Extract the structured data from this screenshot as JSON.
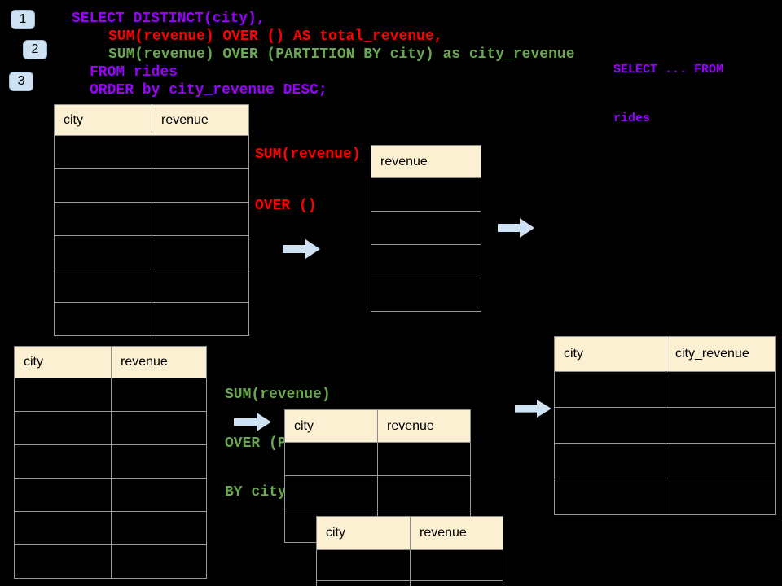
{
  "colors": {
    "background": "#000000",
    "table_header_fill": "#FCF0D2",
    "table_border": "#9A9A9A",
    "badge_fill": "#CFE2F3",
    "arrow_fill": "#CFE2F3",
    "sql_purple": "#9900FF",
    "sql_red": "#FF0000",
    "sql_green": "#6AA84F"
  },
  "badges": [
    {
      "label": "1"
    },
    {
      "label": "2"
    },
    {
      "label": "3"
    }
  ],
  "code": {
    "line1": "SELECT DISTINCT(city),",
    "line2": "SUM(revenue) OVER () AS total_revenue,",
    "line3": "SUM(revenue) OVER (PARTITION BY city) as city_revenue",
    "line4": "FROM rides",
    "line5": "ORDER by city_revenue DESC;"
  },
  "annotations": {
    "from_clause": {
      "line1": "SELECT ... FROM",
      "line2": "rides"
    },
    "total_window": {
      "line1": "SUM(revenue)",
      "line2": "OVER ()"
    },
    "partition_window": {
      "line1": "SUM(revenue)",
      "line2": "OVER (PARTITION",
      "line3": "BY city)"
    }
  },
  "tables": {
    "rides_source_top": {
      "headers": [
        "city",
        "revenue"
      ],
      "row_count": 6
    },
    "total_revenue_result": {
      "headers": [
        "revenue"
      ],
      "row_count": 4
    },
    "rides_source_bottom": {
      "headers": [
        "city",
        "revenue"
      ],
      "row_count": 6
    },
    "partition_intermediate": {
      "headers": [
        "city",
        "revenue"
      ],
      "row_count": 3
    },
    "partition_overlay": {
      "headers": [
        "city",
        "revenue"
      ],
      "row_count": 2
    },
    "city_revenue_result": {
      "headers": [
        "city",
        "city_revenue"
      ],
      "row_count": 4
    }
  }
}
